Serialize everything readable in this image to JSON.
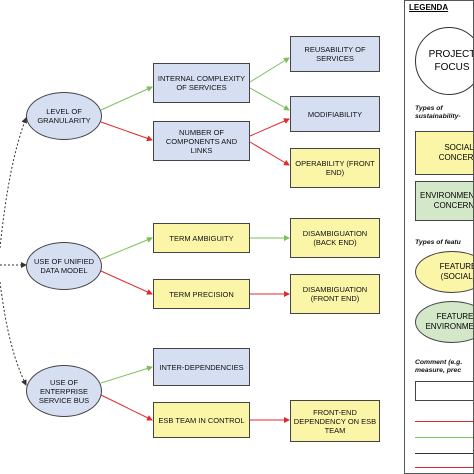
{
  "nodes": {
    "granularity": "LEVEL OF GRANULARITY",
    "unified": "USE OF UNIFIED DATA MODEL",
    "esb": "USE OF ENTERPRISE SERVICE BUS",
    "internal_complexity": "INTERNAL COMPLEXITY OF SERVICES",
    "num_components": "NUMBER OF COMPONENTS AND LINKS",
    "term_ambiguity": "TERM AMBIGUITY",
    "term_precision": "TERM PRECISION",
    "interdependencies": "INTER-DEPENDENCIES",
    "esb_team": "ESB TEAM IN CONTROL",
    "reusability": "REUSABILITY OF SERVICES",
    "modifiability": "MODIFIABILITY",
    "operability": "OPERABILITY (FRONT END)",
    "disamb_back": "DISAMBIGUATION (BACK END)",
    "disamb_front": "DISAMBIGUATION (FRONT END)",
    "front_end_dependency": "FRONT-END DEPENDENCY ON ESB TEAM"
  },
  "legend": {
    "title": "LEGENDA",
    "project_focus": "PROJECT FOCUS",
    "types_concerns": "Types of sustainability-",
    "social": "SOCIAL CONCERN",
    "environmental": "ENVIRONMENTAL CONCERN",
    "types_features": "Types of featu",
    "feature_social": "FEATURE (SOCIAL)",
    "feature_environmental": "FEATURE ENVIRONMENT",
    "comment": "Comment (e.g. measure, prec"
  },
  "colors": {
    "blue_fill": "#d6def2",
    "yellow_fill": "#fbf5a8",
    "green_fill": "#d3e8c9",
    "green_arrow": "#7dbf5a",
    "red_arrow": "#e0292b",
    "dashed_arrow": "#333333"
  }
}
